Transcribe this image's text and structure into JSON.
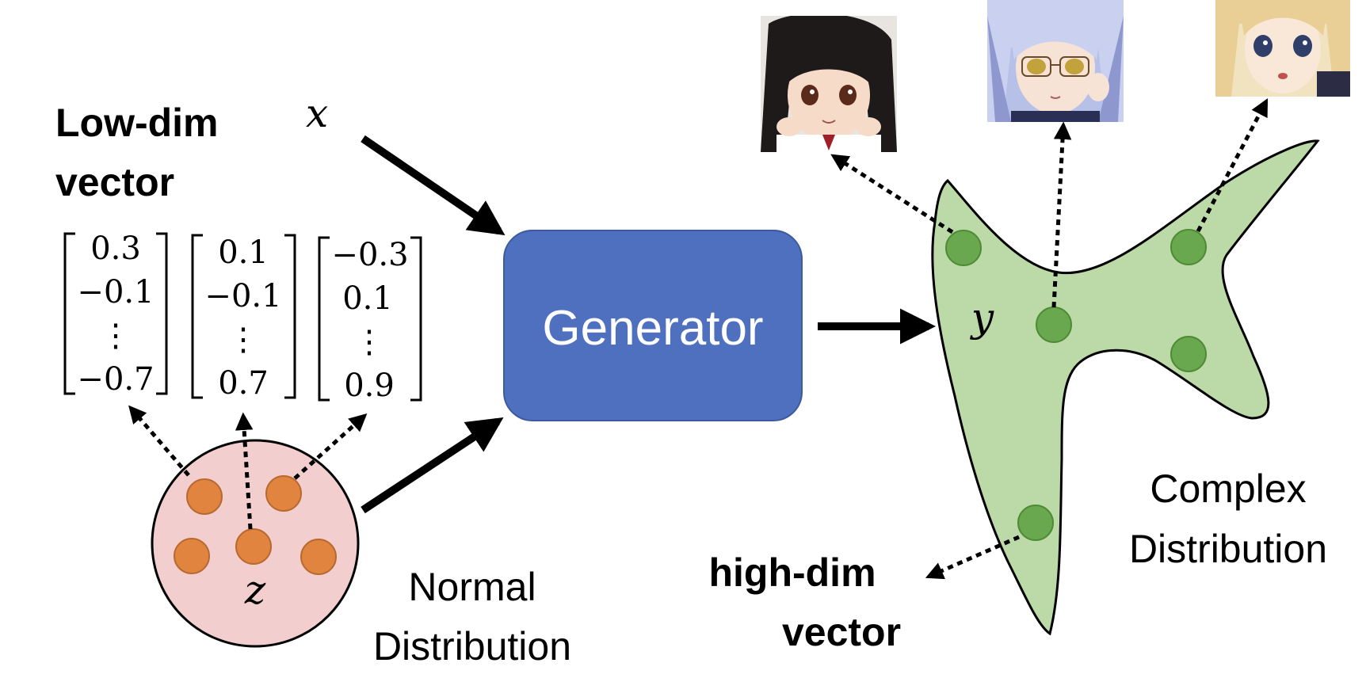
{
  "labels": {
    "low_dim_line1": "Low-dim",
    "low_dim_line2": "vector",
    "x_var": "x",
    "y_var": "y",
    "z_var": "z",
    "generator": "Generator",
    "normal_line1": "Normal",
    "normal_line2": "Distribution",
    "complex_line1": "Complex",
    "complex_line2": "Distribution",
    "high_dim_line1": "high-dim",
    "high_dim_line2": "vector"
  },
  "vectors": [
    {
      "top": "0.3",
      "second": "−0.1",
      "dots": "⋮",
      "bottom": "−0.7"
    },
    {
      "top": "0.1",
      "second": "−0.1",
      "dots": "⋮",
      "bottom": "0.7"
    },
    {
      "top": "−0.3",
      "second": "0.1",
      "dots": "⋮",
      "bottom": "0.9"
    }
  ],
  "images": [
    {
      "icon": "anime-face-dark-hair-icon"
    },
    {
      "icon": "anime-face-silver-hair-glasses-icon"
    },
    {
      "icon": "anime-face-blonde-hair-icon"
    }
  ],
  "colors": {
    "generator_fill": "#4f6fbf",
    "generator_stroke": "#3d5a9e",
    "normal_fill": "#f2cece",
    "normal_dot": "#e08440",
    "complex_fill": "#bcd9a8",
    "complex_dot": "#6aa84f"
  }
}
